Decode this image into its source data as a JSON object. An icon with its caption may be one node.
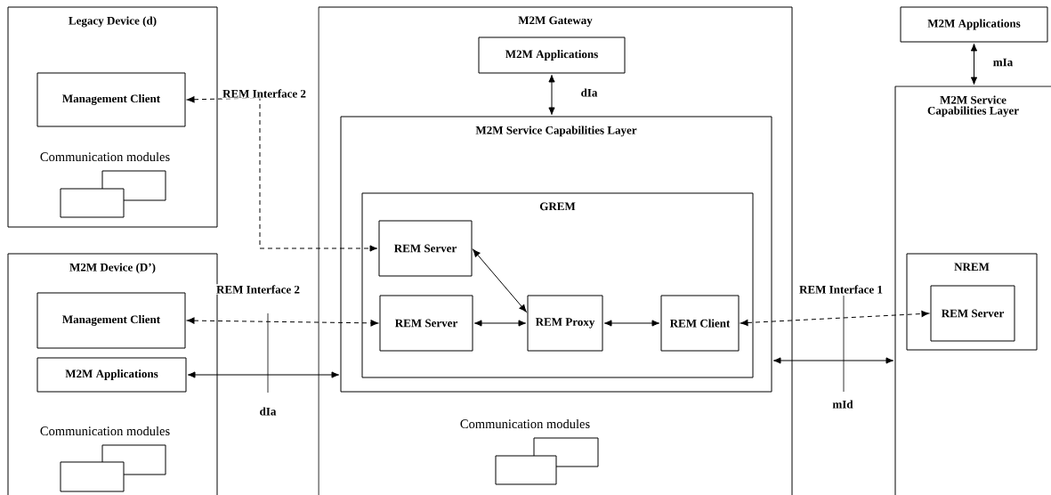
{
  "diagram": {
    "nodes": [
      {
        "text": [
          "Legacy Device (d)",
          "Communication modules"
        ]
      },
      {
        "text": [
          "Management Client"
        ],
        "in": 0
      },
      {
        "text": [],
        "shape": "box",
        "in": 0
      },
      {
        "text": [],
        "shape": "box",
        "in": 0
      },
      {
        "text": [
          "M2M Device (D’)",
          "Communication modules"
        ]
      },
      {
        "text": [
          "Management Client"
        ],
        "in": 4
      },
      {
        "text": [
          "M2M Applications"
        ],
        "in": 4
      },
      {
        "text": [],
        "shape": "box",
        "in": 4
      },
      {
        "text": [],
        "shape": "box",
        "in": 4
      },
      {
        "text": [
          "M2M Gateway",
          "Communication modules"
        ]
      },
      {
        "text": [
          "M2M Applications"
        ],
        "in": 9
      },
      {
        "text": [
          "M2M Service Capabilities Layer"
        ],
        "in": 9
      },
      {
        "text": [
          "GREM"
        ],
        "in": 11
      },
      {
        "text": [
          "REM Server"
        ],
        "in": 12
      },
      {
        "text": [
          "REM Server"
        ],
        "in": 12
      },
      {
        "text": [
          "REM Proxy"
        ],
        "in": 12
      },
      {
        "text": [
          "REM Client"
        ],
        "in": 12
      },
      {
        "text": [],
        "shape": "box",
        "in": 9
      },
      {
        "text": [],
        "shape": "box",
        "in": 9
      },
      {
        "text": [
          "M2M Applications"
        ]
      },
      {
        "text": [
          "M2M Service Capabilities Layer"
        ]
      },
      {
        "text": [
          "NREM"
        ],
        "in": 20
      },
      {
        "text": [
          "REM Server"
        ],
        "in": 21
      }
    ],
    "edges": [
      {
        "from": 1,
        "to": 13,
        "arrow": "both",
        "style": "dashed",
        "label": "REM Interface 2"
      },
      {
        "from": 5,
        "to": 14,
        "arrow": "both",
        "style": "dashed",
        "label": "REM Interface 2"
      },
      {
        "from": 6,
        "to": 11,
        "arrow": "both",
        "label": "dIa"
      },
      {
        "from": 13,
        "to": 15,
        "arrow": "both"
      },
      {
        "from": 14,
        "to": 15,
        "arrow": "both"
      },
      {
        "from": 15,
        "to": 16,
        "arrow": "both"
      },
      {
        "from": 16,
        "to": 22,
        "arrow": "both",
        "style": "dashed",
        "label": "REM Interface 1"
      },
      {
        "from": 11,
        "to": 20,
        "arrow": "both",
        "label": "mId"
      },
      {
        "from": 10,
        "to": 11,
        "arrow": "both",
        "label": "dIa"
      },
      {
        "from": 19,
        "to": 20,
        "arrow": "both",
        "label": "mIa"
      }
    ]
  }
}
